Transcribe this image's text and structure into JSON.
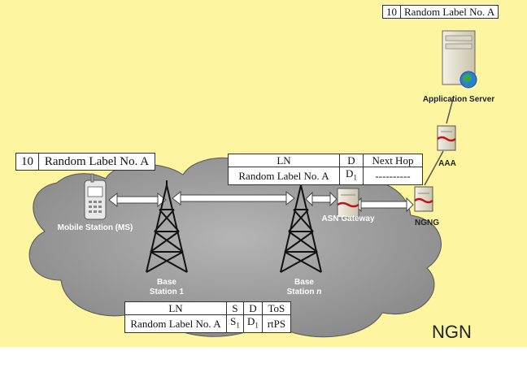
{
  "top_label": {
    "num": "10",
    "text": "Random Label No. A"
  },
  "ms_label": {
    "num": "10",
    "text": "Random Label No. A"
  },
  "gateway_table": {
    "headers": [
      "LN",
      "D",
      "Next Hop"
    ],
    "row": [
      "Random Label No. A",
      "D",
      "1",
      "----------"
    ]
  },
  "bs_table": {
    "headers": [
      "LN",
      "S",
      "D",
      "ToS"
    ],
    "row": [
      "Random Label No. A",
      "S",
      "1",
      "D",
      "1",
      "rtPS"
    ]
  },
  "labels": {
    "application_server": "Application Server",
    "aaa": "AAA",
    "ngng": "NGNG",
    "asn_gateway": "ASN Gateway",
    "mobile_station": "Mobile Station (MS)",
    "base1_line1": "Base",
    "base1_line2": "Station 1",
    "basen_line1": "Base",
    "basen_line2": "Station",
    "basen_n": "n",
    "network": "NGN"
  }
}
